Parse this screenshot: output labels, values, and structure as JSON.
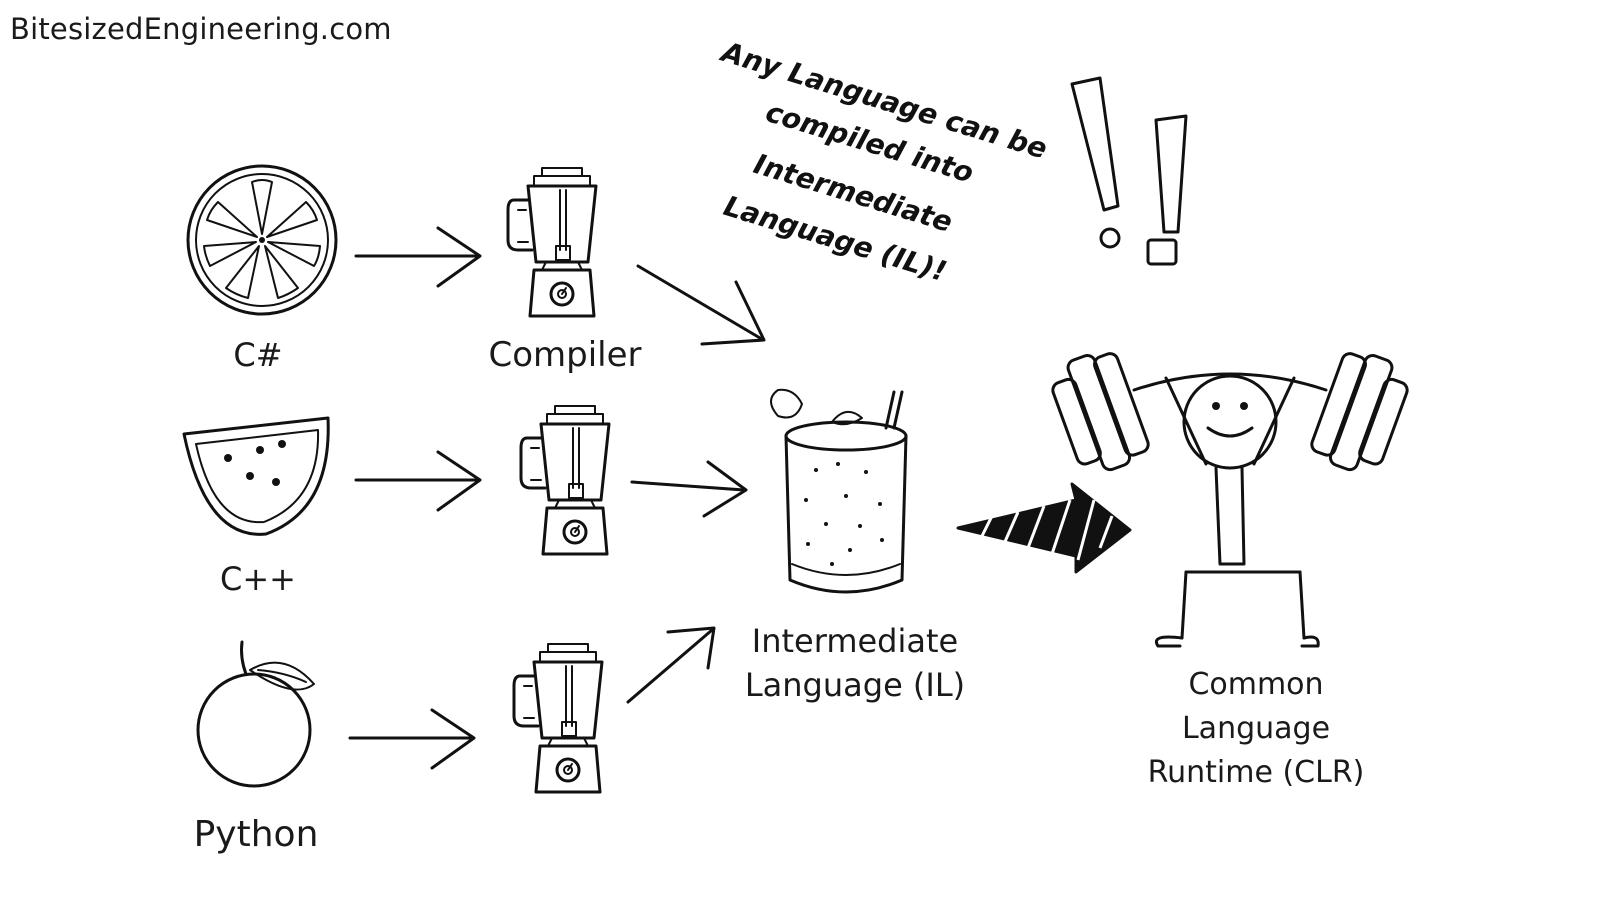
{
  "watermark": "BitesizedEngineering.com",
  "nodes": {
    "csharp": "C#",
    "cpp": "C++",
    "python": "Python",
    "compiler": "Compiler",
    "il_line1": "Intermediate",
    "il_line2": "Language (IL)",
    "clr_line1": "Common",
    "clr_line2": "Language",
    "clr_line3": "Runtime (CLR)"
  },
  "note": {
    "line1": "Any Language can be",
    "line2": "compiled into",
    "line3": "Intermediate",
    "line4": "Language (IL)!"
  },
  "icons": {
    "csharp": "orange-slice-icon",
    "cpp": "watermelon-slice-icon",
    "python": "orange-fruit-icon",
    "compiler": "blender-icon",
    "il": "smoothie-cup-icon",
    "clr": "weightlifter-icon"
  }
}
